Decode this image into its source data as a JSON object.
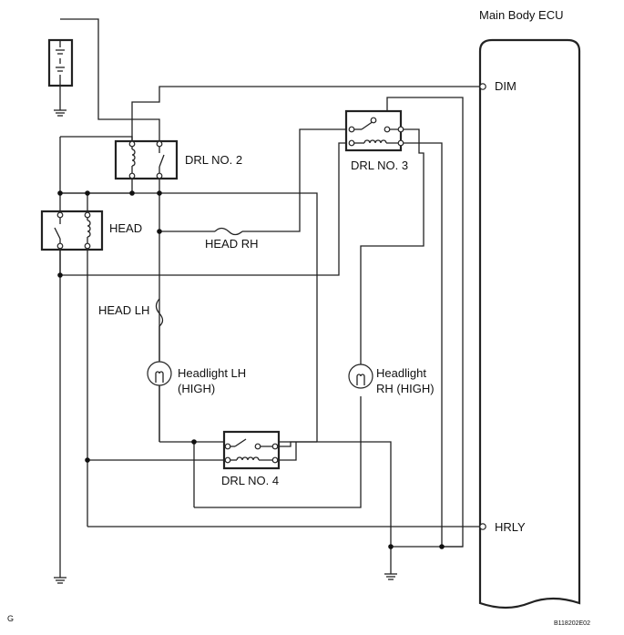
{
  "ecu": {
    "title": "Main Body ECU",
    "pins": {
      "dim": "DIM",
      "hrly": "HRLY"
    }
  },
  "relays": {
    "drl_no2": "DRL NO. 2",
    "drl_no3": "DRL NO. 3",
    "drl_no4": "DRL NO. 4",
    "head": "HEAD"
  },
  "fuses": {
    "head_rh": "HEAD RH",
    "head_lh": "HEAD LH"
  },
  "lamps": {
    "lh": {
      "line1": "Headlight LH",
      "line2": "(HIGH)"
    },
    "rh": {
      "line1": "Headlight",
      "line2": "RH (HIGH)"
    }
  },
  "footer": {
    "left_mark": "G",
    "figure_code": "B118202E02"
  }
}
